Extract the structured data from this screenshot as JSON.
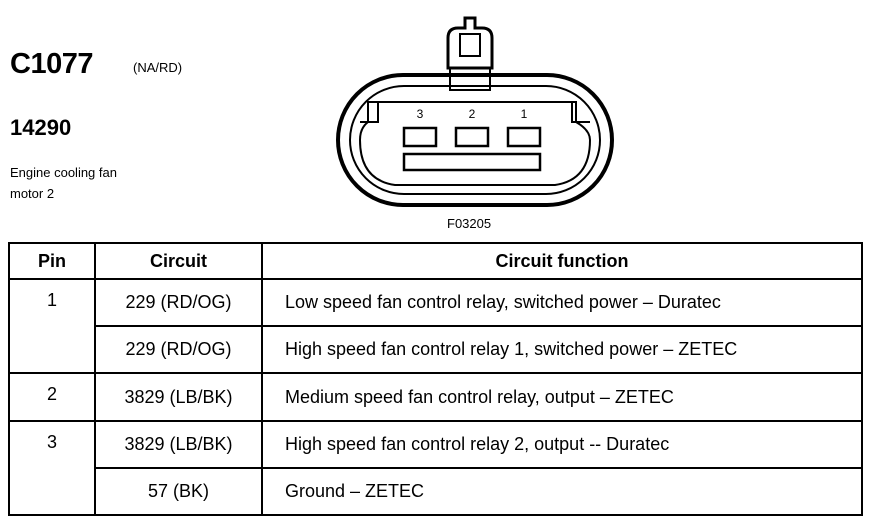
{
  "connector": {
    "id": "C1077",
    "color_code": "(NA/RD)",
    "part_number": "14290",
    "description_line1": "Engine cooling fan",
    "description_line2": "motor 2",
    "figure_id": "F03205",
    "pin_numbers": [
      "3",
      "2",
      "1"
    ]
  },
  "table": {
    "headers": {
      "pin": "Pin",
      "circuit": "Circuit",
      "function": "Circuit function"
    },
    "rows": [
      {
        "pin": "1",
        "circuit": "229 (RD/OG)",
        "function": "Low speed fan control relay, switched power – Duratec"
      },
      {
        "pin": "",
        "circuit": "229 (RD/OG)",
        "function": "High speed fan control relay 1, switched power – ZETEC"
      },
      {
        "pin": "2",
        "circuit": "3829 (LB/BK)",
        "function": "Medium speed fan control relay, output – ZETEC"
      },
      {
        "pin": "3",
        "circuit": "3829 (LB/BK)",
        "function": "High speed fan control relay 2, output -- Duratec"
      },
      {
        "pin": "",
        "circuit": "57 (BK)",
        "function": "Ground – ZETEC"
      }
    ]
  }
}
